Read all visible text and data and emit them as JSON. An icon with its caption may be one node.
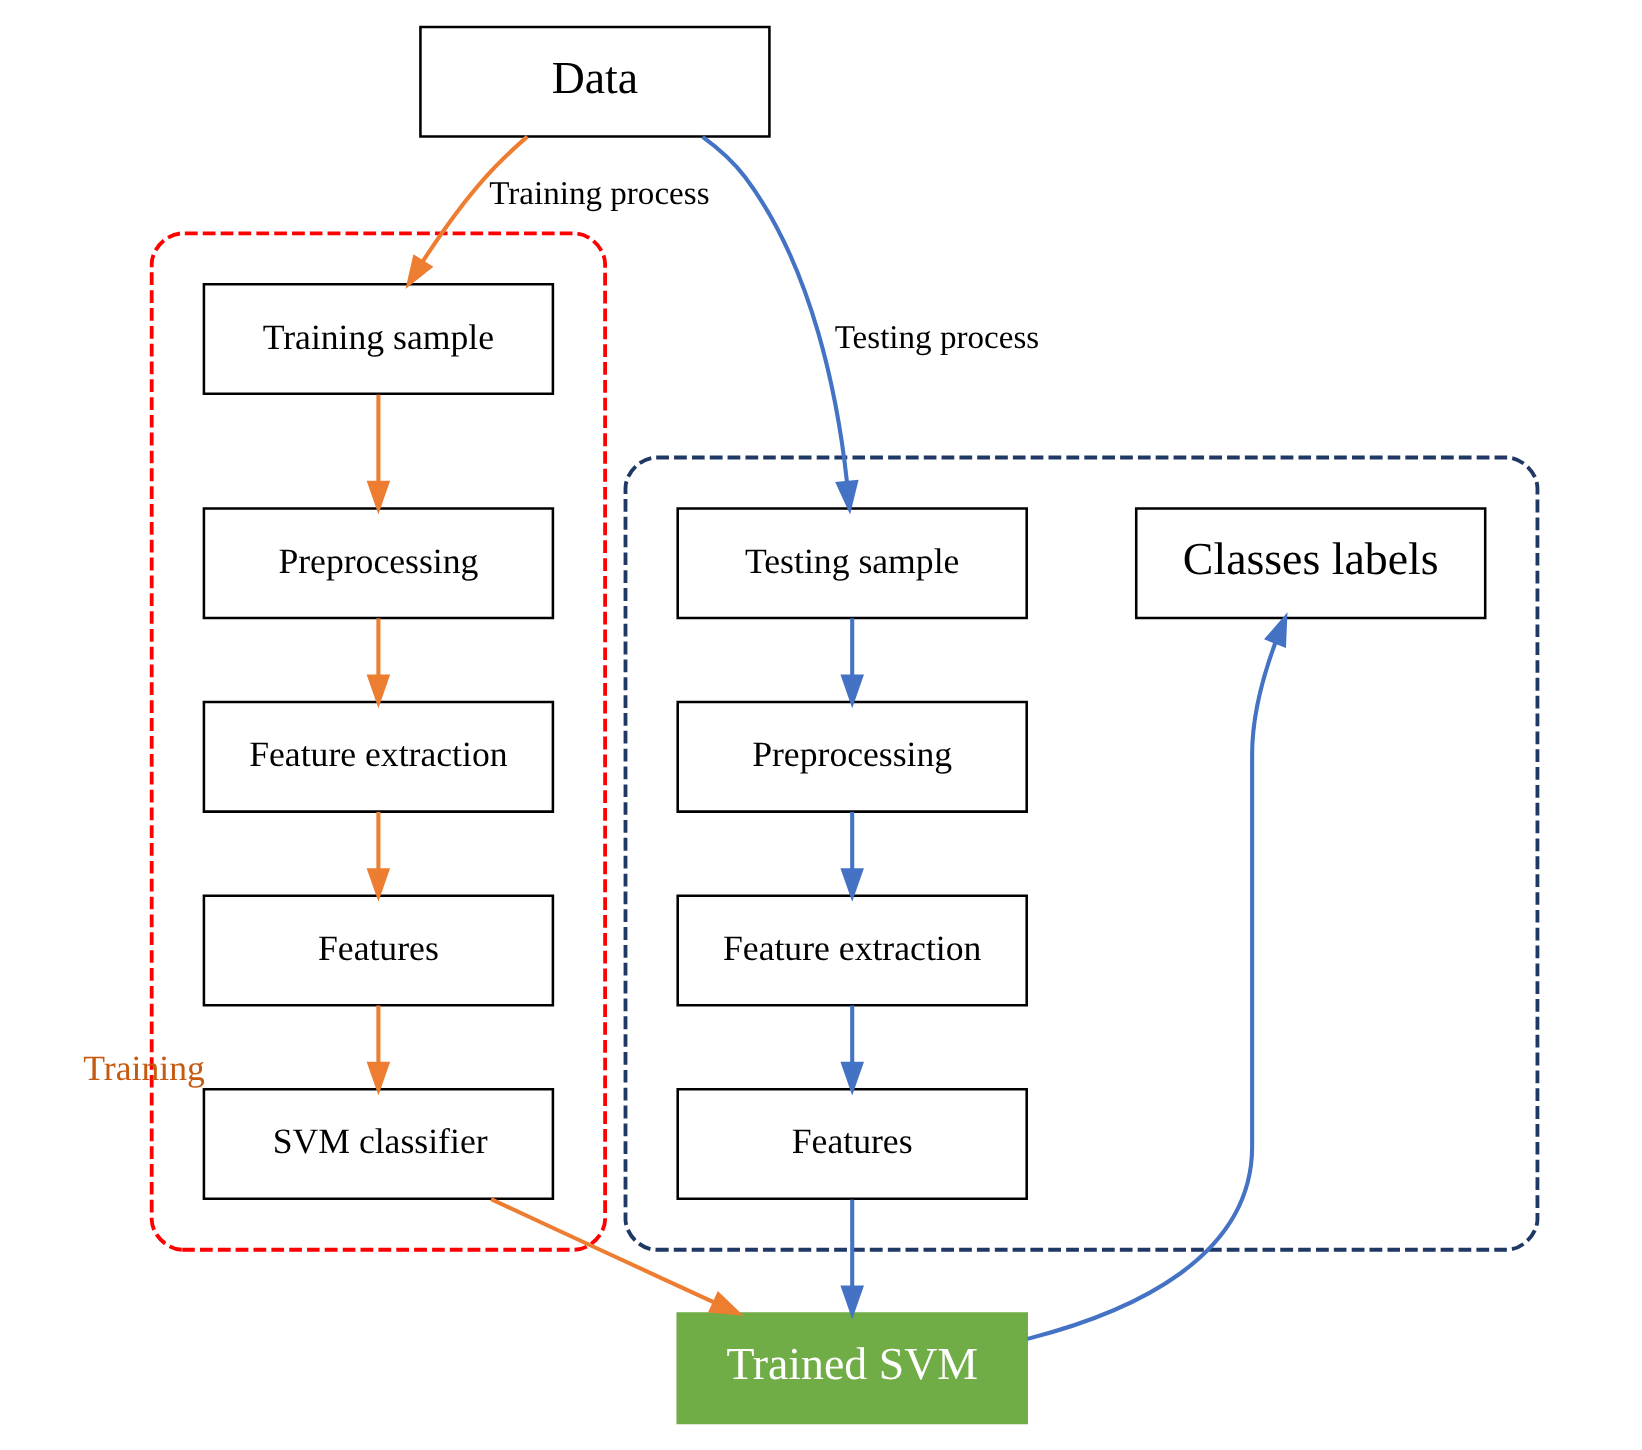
{
  "diagram": {
    "nodes": [
      {
        "text": [
          "Data"
        ]
      },
      {
        "text": [],
        "shape": "box"
      },
      {
        "text": [
          "Training sample"
        ],
        "in": 1
      },
      {
        "text": [
          "Preprocessing"
        ],
        "in": 1
      },
      {
        "text": [
          "Feature extraction"
        ],
        "in": 1
      },
      {
        "text": [
          "Features"
        ],
        "in": 1
      },
      {
        "text": [
          "SVM classifier"
        ],
        "in": 1,
        "beside": [
          "Training"
        ]
      },
      {
        "text": [],
        "shape": "box"
      },
      {
        "text": [
          "Testing sample"
        ],
        "in": 7
      },
      {
        "text": [
          "Preprocessing"
        ],
        "in": 7
      },
      {
        "text": [
          "Feature extraction"
        ],
        "in": 7
      },
      {
        "text": [
          "Features"
        ],
        "in": 7
      },
      {
        "text": [
          "Classes labels"
        ],
        "in": 7
      },
      {
        "text": [
          "Trained SVM"
        ]
      }
    ],
    "edges": [
      {
        "from": 0,
        "to": 2,
        "arrow": "to",
        "label": "Training process",
        "color": "#ed7d31"
      },
      {
        "from": 2,
        "to": 3,
        "arrow": "to",
        "color": "#ed7d31"
      },
      {
        "from": 3,
        "to": 4,
        "arrow": "to",
        "color": "#ed7d31"
      },
      {
        "from": 4,
        "to": 5,
        "arrow": "to",
        "color": "#ed7d31"
      },
      {
        "from": 5,
        "to": 6,
        "arrow": "to",
        "color": "#ed7d31"
      },
      {
        "from": 6,
        "to": 13,
        "arrow": "to",
        "color": "#ed7d31"
      },
      {
        "from": 0,
        "to": 8,
        "arrow": "to",
        "label": "Testing process",
        "color": "#4472c4"
      },
      {
        "from": 8,
        "to": 9,
        "arrow": "to",
        "color": "#4472c4"
      },
      {
        "from": 9,
        "to": 10,
        "arrow": "to",
        "color": "#4472c4"
      },
      {
        "from": 10,
        "to": 11,
        "arrow": "to",
        "color": "#4472c4"
      },
      {
        "from": 11,
        "to": 13,
        "arrow": "to",
        "color": "#4472c4"
      },
      {
        "from": 13,
        "to": 12,
        "arrow": "to",
        "color": "#4472c4"
      }
    ]
  }
}
